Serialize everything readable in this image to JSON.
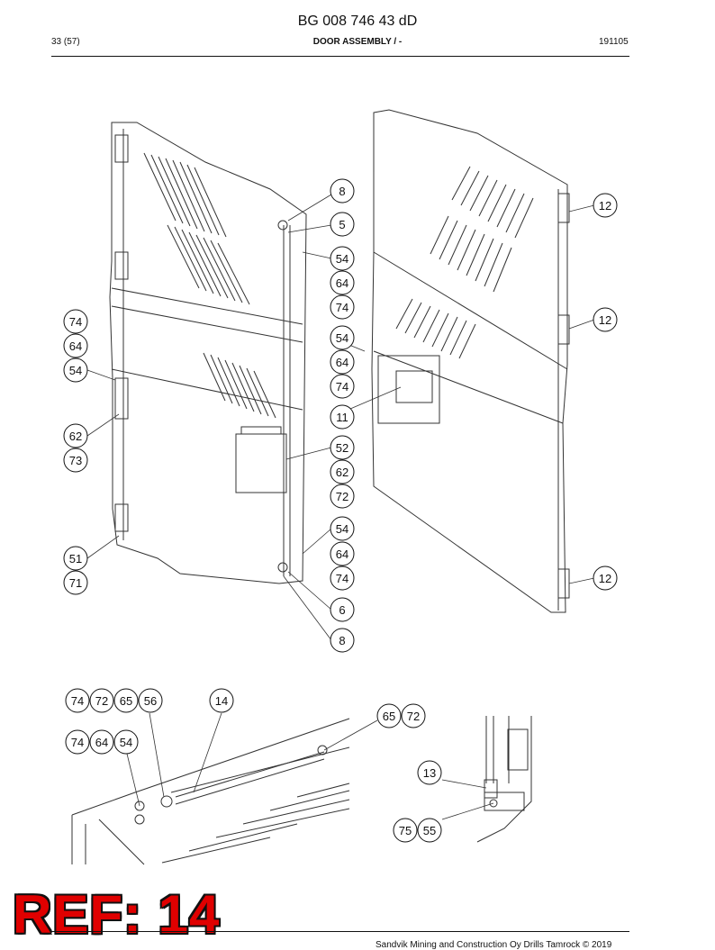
{
  "header": {
    "doc_code": "BG 008 746 43 dD",
    "page": "33 (57)",
    "section_title": "DOOR ASSEMBLY / -",
    "date": "191105"
  },
  "callouts_main": [
    "8",
    "5",
    "54",
    "64",
    "74",
    "54",
    "64",
    "74",
    "11",
    "52",
    "62",
    "72",
    "54",
    "64",
    "74",
    "6",
    "8",
    "74",
    "64",
    "54",
    "62",
    "73",
    "51",
    "71",
    "12",
    "12",
    "12"
  ],
  "callouts_detail": [
    "74",
    "72",
    "65",
    "56",
    "14",
    "74",
    "64",
    "54",
    "65",
    "72",
    "13",
    "75",
    "55"
  ],
  "stamp": "REF: 14",
  "footer": {
    "copyright": "Sandvik Mining and Construction Oy Drills Tamrock © 2019"
  }
}
